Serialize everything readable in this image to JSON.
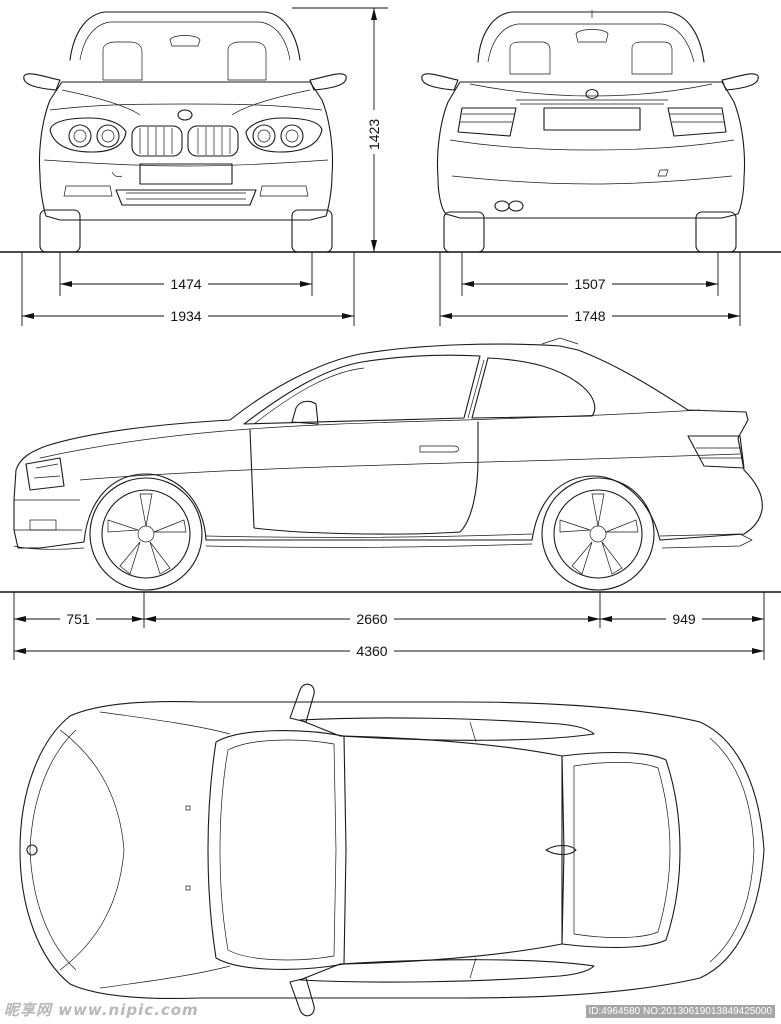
{
  "views": {
    "front": "front-view",
    "rear": "rear-view",
    "side": "side-view",
    "top": "top-view"
  },
  "dimensions": {
    "height": "1423",
    "front_track": "1474",
    "width": "1934",
    "rear_track": "1507",
    "width_mirrors_rear": "1748",
    "front_overhang": "751",
    "wheelbase": "2660",
    "rear_overhang": "949",
    "length": "4360"
  },
  "watermark": {
    "logo_text": "昵享网 www.nipic.com",
    "id_text": "ID:4964580 NO:20130619013849425000"
  }
}
